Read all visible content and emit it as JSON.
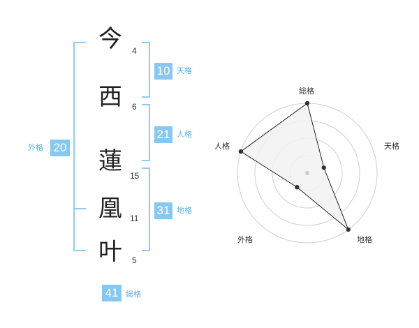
{
  "name": {
    "chars": [
      {
        "char": "今",
        "strokes": "4"
      },
      {
        "char": "西",
        "strokes": "6"
      },
      {
        "char": "蓮",
        "strokes": "15"
      },
      {
        "char": "凰",
        "strokes": "11"
      },
      {
        "char": "叶",
        "strokes": "5"
      }
    ]
  },
  "kakusu": {
    "tenkaku": {
      "value": "10",
      "label": "天格"
    },
    "jinkaku": {
      "value": "21",
      "label": "人格"
    },
    "chikaku": {
      "value": "31",
      "label": "地格"
    },
    "gaikaku": {
      "value": "20",
      "label": "外格"
    },
    "soukaku": {
      "value": "41",
      "label": "総格"
    }
  },
  "chart_data": {
    "type": "radar",
    "axes": [
      "総格",
      "天格",
      "地格",
      "外格",
      "人格"
    ],
    "values": [
      4,
      1,
      4,
      1,
      4
    ],
    "range": [
      0,
      4
    ],
    "rings": 4,
    "grid": true,
    "colors": {
      "fill": "#f2f2f2",
      "line": "#222222",
      "grid": "#d0d0d0",
      "point": "#333333",
      "center": "#cccccc"
    }
  },
  "colors": {
    "accent": "#87c7f2",
    "accent_text": "#5aaee6"
  }
}
